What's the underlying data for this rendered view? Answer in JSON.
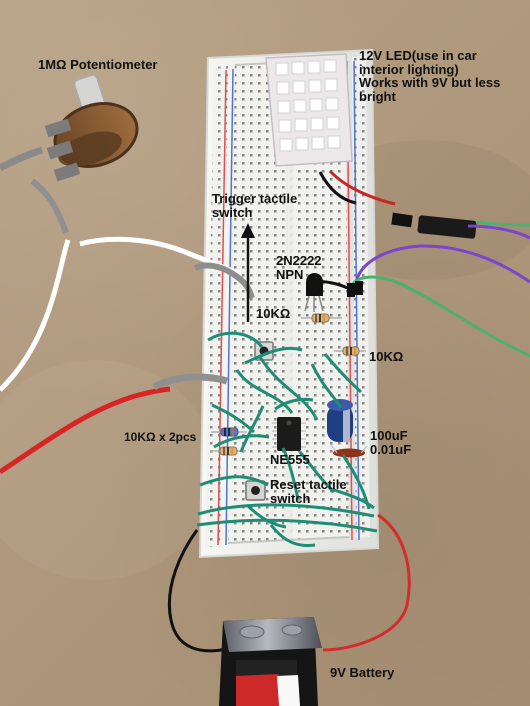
{
  "labels": {
    "potentiometer": "1MΩ Potentiometer",
    "led": {
      "line1": "12V LED(use in car",
      "line2": "interior lighting)",
      "line3": "Works with 9V but less",
      "line4": "bright"
    },
    "trigger_switch": {
      "line1": "Trigger tactile",
      "line2": "switch"
    },
    "transistor": {
      "line1": "2N2222",
      "line2": "NPN"
    },
    "resistor_top": "10KΩ",
    "resistor_right": "10KΩ",
    "resistor_left": "10KΩ x 2pcs",
    "ic": "NE555",
    "capacitors": {
      "line1": "100uF",
      "line2": "0.01uF"
    },
    "reset_switch": {
      "line1": "Reset tactile",
      "line2": "switch"
    },
    "battery": "9V Battery"
  }
}
